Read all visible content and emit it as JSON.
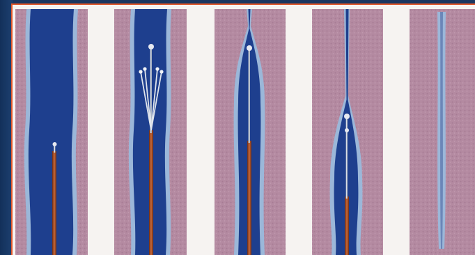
{
  "figure": {
    "panel_count": 5,
    "frame_color": "#e0572a",
    "background_color": "#0e2547",
    "tissue_color": "#b48aa1",
    "vessel_color": "#1e3f8e",
    "vessel_wall_color": "#9bb7d9",
    "catheter_color": "#b5542b",
    "panels": [
      {
        "id": "stage-1",
        "icon": "catheter-insertion"
      },
      {
        "id": "stage-2",
        "icon": "electrodes-expanded"
      },
      {
        "id": "stage-3",
        "icon": "vein-contracting"
      },
      {
        "id": "stage-4",
        "icon": "vein-nearly-closed"
      },
      {
        "id": "stage-5",
        "icon": "vein-closed"
      }
    ]
  }
}
